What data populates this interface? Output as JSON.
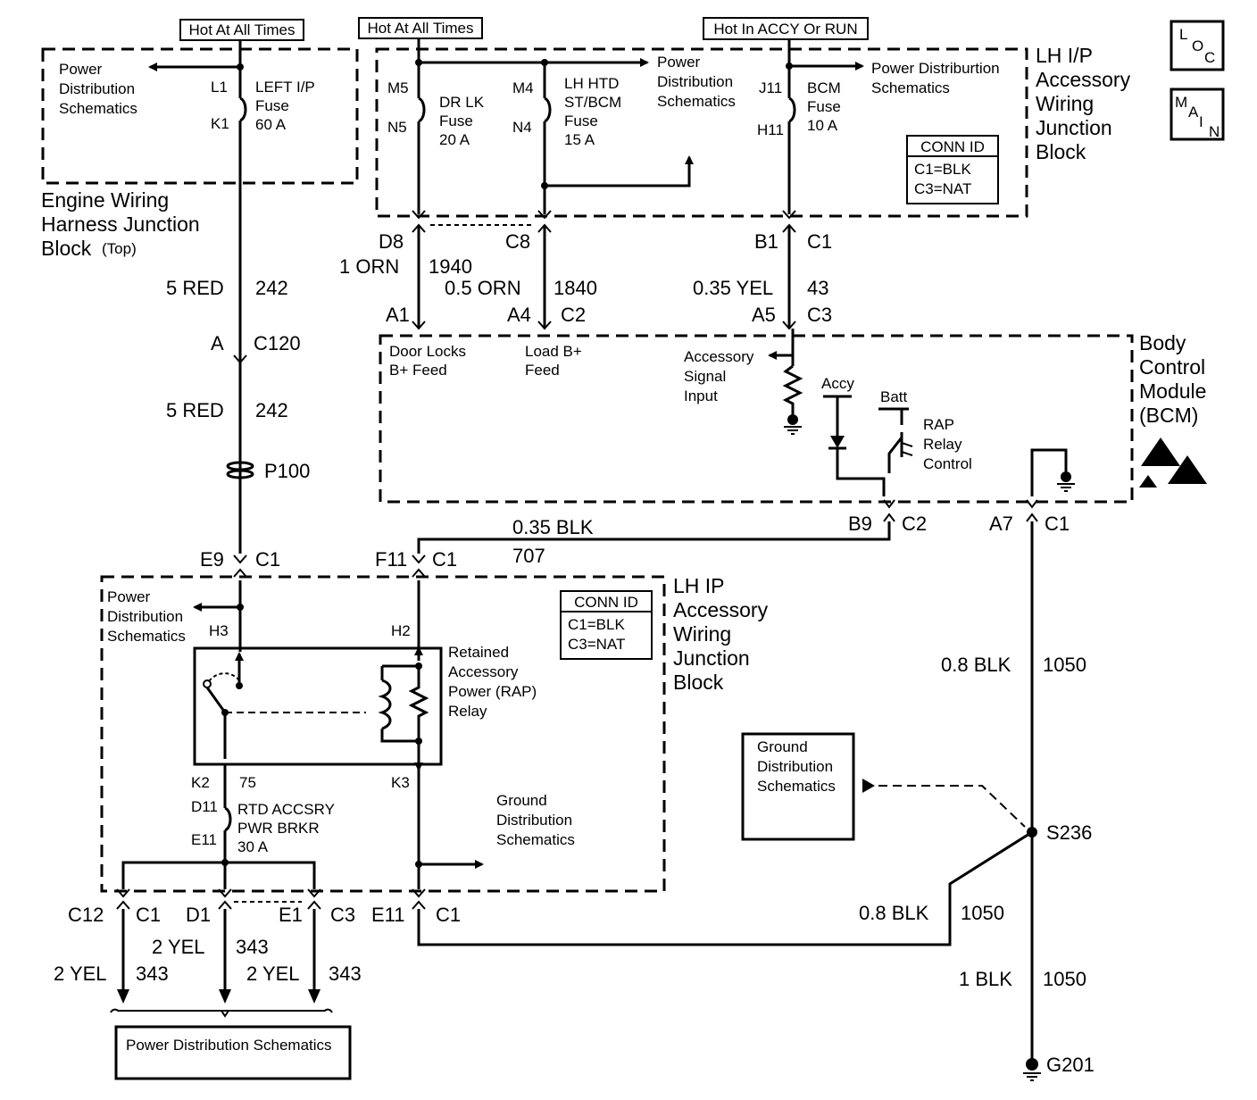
{
  "hot_labels": {
    "hot_all_times_left": "Hot At All Times",
    "hot_all_times_mid": "Hot At All Times",
    "hot_accy_run": "Hot In ACCY Or RUN"
  },
  "badges": {
    "loc": [
      "L",
      "O",
      "C"
    ],
    "main": [
      "M",
      "A",
      "I",
      "N"
    ]
  },
  "engine_block": {
    "power_dist": [
      "Power",
      "Distribution",
      "Schematics"
    ],
    "l1": "L1",
    "k1": "K1",
    "fuse": [
      "LEFT I/P",
      "Fuse",
      "60 A"
    ],
    "title": [
      "Engine Wiring",
      "Harness Junction",
      "Block"
    ],
    "title_sub": "(Top)"
  },
  "lh_ip_top": {
    "m5": "M5",
    "n5": "N5",
    "dr_lk": [
      "DR LK",
      "Fuse",
      "20 A"
    ],
    "m4": "M4",
    "n4": "N4",
    "lh_htd": [
      "LH HTD",
      "ST/BCM",
      "Fuse",
      "15 A"
    ],
    "power_dist": [
      "Power",
      "Distribution",
      "Schematics"
    ],
    "j11": "J11",
    "h11": "H11",
    "bcm_fuse": [
      "BCM",
      "Fuse",
      "10 A"
    ],
    "power_dist2": [
      "Power Distriburtion",
      "Schematics"
    ],
    "conn_id_title": "CONN ID",
    "conn_id": [
      "C1=BLK",
      "C3=NAT"
    ],
    "title": [
      "LH I/P",
      "Accessory",
      "Wiring",
      "Junction",
      "Block"
    ]
  },
  "wires_top": {
    "d8": "D8",
    "c8": "C8",
    "b1": "B1",
    "c1": "C1",
    "orn1": "1 ORN",
    "n1940": "1940",
    "orn05": "0.5 ORN",
    "n1840": "1840",
    "yel035": "0.35 YEL",
    "n43": "43",
    "a1": "A1",
    "a4": "A4",
    "c2": "C2",
    "a5": "A5",
    "c3": "C3"
  },
  "left_wire": {
    "red1": "5 RED",
    "n242a": "242",
    "a": "A",
    "c120": "C120",
    "red2": "5 RED",
    "n242b": "242",
    "p100": "P100",
    "e9": "E9",
    "c1": "C1"
  },
  "bcm": {
    "door_locks": [
      "Door Locks",
      "B+ Feed"
    ],
    "load": [
      "Load B+",
      "Feed"
    ],
    "acc_signal": [
      "Accessory",
      "Signal",
      "Input"
    ],
    "accy": "Accy",
    "batt": "Batt",
    "rap": [
      "RAP",
      "Relay",
      "Control"
    ],
    "title": [
      "Body",
      "Control",
      "Module",
      "(BCM)"
    ]
  },
  "mid_wires": {
    "blk035": "0.35 BLK",
    "n707": "707",
    "b9": "B9",
    "c2": "C2",
    "a7": "A7",
    "c1r": "C1",
    "f11": "F11",
    "c1m": "C1"
  },
  "lh_ip_bottom": {
    "power_dist": [
      "Power",
      "Distribution",
      "Schematics"
    ],
    "h3": "H3",
    "h2": "H2",
    "rap_relay": [
      "Retained",
      "Accessory",
      "Power (RAP)",
      "Relay"
    ],
    "conn_id_title": "CONN ID",
    "conn_id": [
      "C1=BLK",
      "C3=NAT"
    ],
    "title": [
      "LH IP",
      "Accessory",
      "Wiring",
      "Junction",
      "Block"
    ],
    "k2": "K2",
    "n75": "75",
    "k3": "K3",
    "d11": "D11",
    "e11i": "E11",
    "brkr": [
      "RTD ACCSRY",
      "PWR BRKR",
      "30 A"
    ],
    "ground_dist": [
      "Ground",
      "Distribution",
      "Schematics"
    ]
  },
  "bottom": {
    "c12": "C12",
    "c1a": "C1",
    "d1": "D1",
    "e1": "E1",
    "c3": "C3",
    "e11": "E11",
    "c1b": "C1",
    "yel2a": "2 YEL",
    "n343a": "343",
    "yel2b": "2 YEL",
    "n343b": "343",
    "yel2c": "2 YEL",
    "n343c": "343",
    "power_dist": "Power Distribution Schematics"
  },
  "ground": {
    "blk08": "0.8 BLK",
    "n1050a": "1050",
    "ground_dist": [
      "Ground",
      "Distribution",
      "Schematics"
    ],
    "s236": "S236",
    "blk08b": "0.8 BLK",
    "n1050b": "1050",
    "blk1": "1 BLK",
    "n1050c": "1050",
    "g201": "G201"
  }
}
